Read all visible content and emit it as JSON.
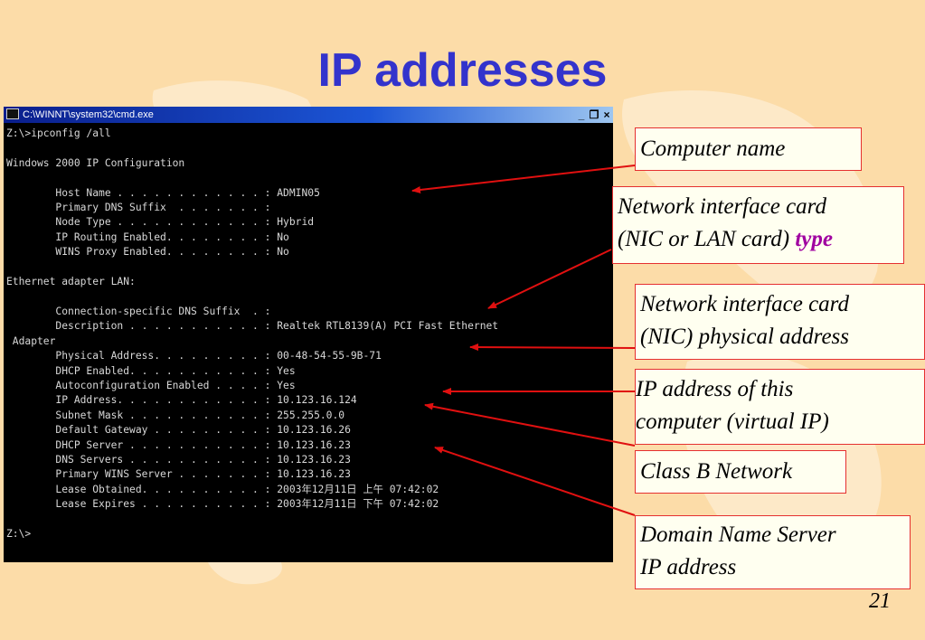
{
  "title": "IP addresses",
  "window": {
    "title": "C:\\WINNT\\system32\\cmd.exe",
    "minimize": "_",
    "maximize": "❐",
    "close": "×"
  },
  "console_lines": [
    "Z:\\>ipconfig /all",
    "",
    "Windows 2000 IP Configuration",
    "",
    "        Host Name . . . . . . . . . . . . : ADMIN05",
    "        Primary DNS Suffix  . . . . . . . :",
    "        Node Type . . . . . . . . . . . . : Hybrid",
    "        IP Routing Enabled. . . . . . . . : No",
    "        WINS Proxy Enabled. . . . . . . . : No",
    "",
    "Ethernet adapter LAN:",
    "",
    "        Connection-specific DNS Suffix  . :",
    "        Description . . . . . . . . . . . : Realtek RTL8139(A) PCI Fast Ethernet",
    " Adapter",
    "        Physical Address. . . . . . . . . : 00-48-54-55-9B-71",
    "        DHCP Enabled. . . . . . . . . . . : Yes",
    "        Autoconfiguration Enabled . . . . : Yes",
    "        IP Address. . . . . . . . . . . . : 10.123.16.124",
    "        Subnet Mask . . . . . . . . . . . : 255.255.0.0",
    "        Default Gateway . . . . . . . . . : 10.123.16.26",
    "        DHCP Server . . . . . . . . . . . : 10.123.16.23",
    "        DNS Servers . . . . . . . . . . . : 10.123.16.23",
    "        Primary WINS Server . . . . . . . : 10.123.16.23",
    "        Lease Obtained. . . . . . . . . . : 2003年12月11日 上午 07:42:02",
    "        Lease Expires . . . . . . . . . . : 2003年12月11日 下午 07:42:02",
    "",
    "Z:\\>"
  ],
  "callouts": {
    "computer_name": "Computer name",
    "nic_type_line1": "Network interface card",
    "nic_type_line2": "(NIC or LAN card) ",
    "nic_type_emph": "type",
    "nic_phys_line1": "Network interface card",
    "nic_phys_line2": "(NIC) physical address",
    "ip_line1": "IP address of this",
    "ip_line2": "computer (virtual IP)",
    "class_b": "Class B Network",
    "dns_line1": "Domain Name Server",
    "dns_line2": "IP address"
  },
  "page_number": "21",
  "colors": {
    "background": "#fcdca8",
    "title": "#3333cc",
    "arrow": "#e01010",
    "emphasis": "#a000a0"
  }
}
